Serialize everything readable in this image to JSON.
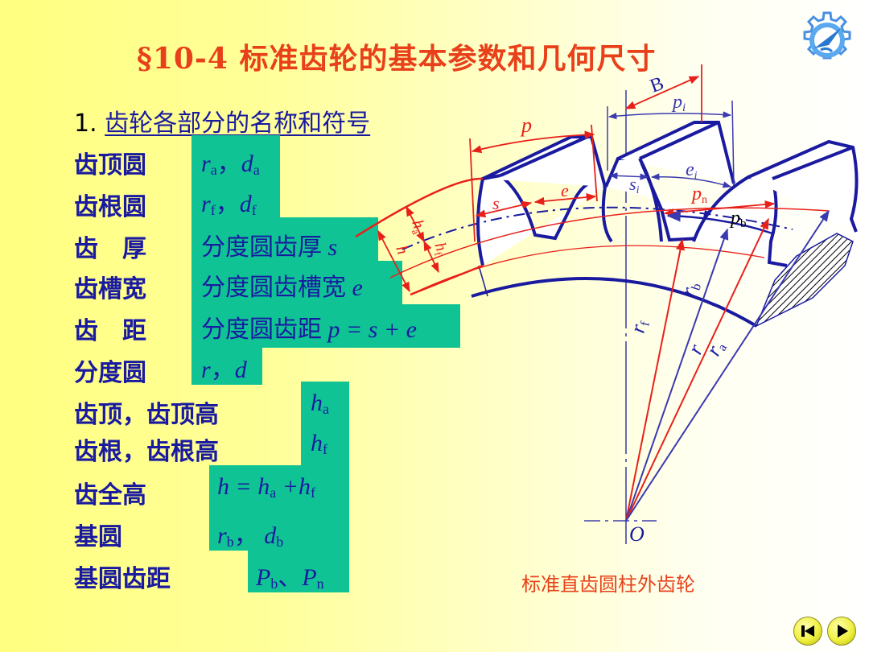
{
  "title": "§10-4  标准齿轮的基本参数和几何尺寸",
  "section": {
    "number": "1.",
    "heading": "齿轮各部分的名称和符号"
  },
  "rows": [
    {
      "label": "齿顶圆",
      "symbol_html": "r_a，d_a",
      "parts": [
        "r",
        "a",
        "，",
        "d",
        "a"
      ]
    },
    {
      "label": "齿根圆",
      "symbol_html": "r_f，d_f",
      "parts": [
        "r",
        "f",
        "，",
        "d",
        "f"
      ]
    },
    {
      "label": "齿　厚",
      "text": "分度圆齿厚",
      "var": "s"
    },
    {
      "label": "齿槽宽",
      "text": "分度圆齿槽宽",
      "var": "e"
    },
    {
      "label": "齿　距",
      "text": "分度圆齿距",
      "var": "p = s + e"
    },
    {
      "label": "分度圆",
      "symbol_html": "r，d",
      "parts": [
        "r",
        "，",
        "d"
      ]
    },
    {
      "label": "齿顶，齿顶高",
      "parts": [
        "h",
        "a"
      ]
    },
    {
      "label": "齿根，齿根高",
      "parts": [
        "h",
        "f"
      ]
    },
    {
      "label": "齿全高",
      "parts": [
        "h = h",
        "a",
        " +h",
        "f"
      ]
    },
    {
      "label": "基圆",
      "parts": [
        "r",
        "b",
        "，",
        "d",
        "b"
      ]
    },
    {
      "label": "基圆齿距",
      "parts": [
        "P",
        "b",
        "、",
        "P",
        "n"
      ]
    }
  ],
  "diagram": {
    "caption": "标准直齿圆柱外齿轮",
    "labels": {
      "B": "B",
      "p": "p",
      "pi": "p",
      "pi_sub": "i",
      "e": "e",
      "s": "s",
      "si": "s",
      "si_sub": "i",
      "ei": "e",
      "ei_sub": "i",
      "pn": "p",
      "pn_sub": "n",
      "pb": "p",
      "pb_sub": "b",
      "ha": "h",
      "ha_sub": "a",
      "hf": "h",
      "hf_sub": "f",
      "h": "h",
      "rf": "r",
      "rf_sub": "f",
      "rb": "r",
      "rb_sub": "b",
      "r": "r",
      "ra": "r",
      "ra_sub": "a",
      "O": "O"
    },
    "colors": {
      "blue": "#1a1aa0",
      "red": "#e8201a",
      "teal": "#0fc395"
    }
  },
  "nav": {
    "first_label": "first-slide",
    "next_label": "next-slide"
  }
}
